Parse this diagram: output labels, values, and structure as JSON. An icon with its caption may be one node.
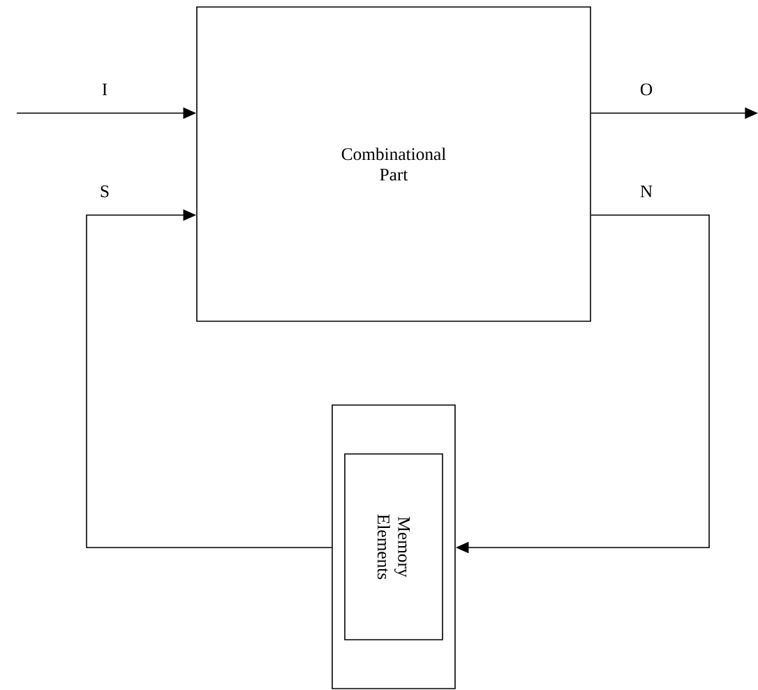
{
  "diagram": {
    "nodes": [
      {
        "text": [
          "Combinational Part"
        ]
      },
      {
        "text": [],
        "shape": "box"
      },
      {
        "text": [
          "Memory Elements"
        ],
        "in": 1
      }
    ],
    "edges": [
      {
        "from": null,
        "to": 0,
        "arrow": "to",
        "label": "I"
      },
      {
        "from": 0,
        "to": null,
        "arrow": "to",
        "label": "O"
      },
      {
        "from": 0,
        "to": 1,
        "arrow": "to",
        "label": "N"
      },
      {
        "from": 1,
        "to": 0,
        "arrow": "to",
        "label": "S"
      }
    ]
  }
}
